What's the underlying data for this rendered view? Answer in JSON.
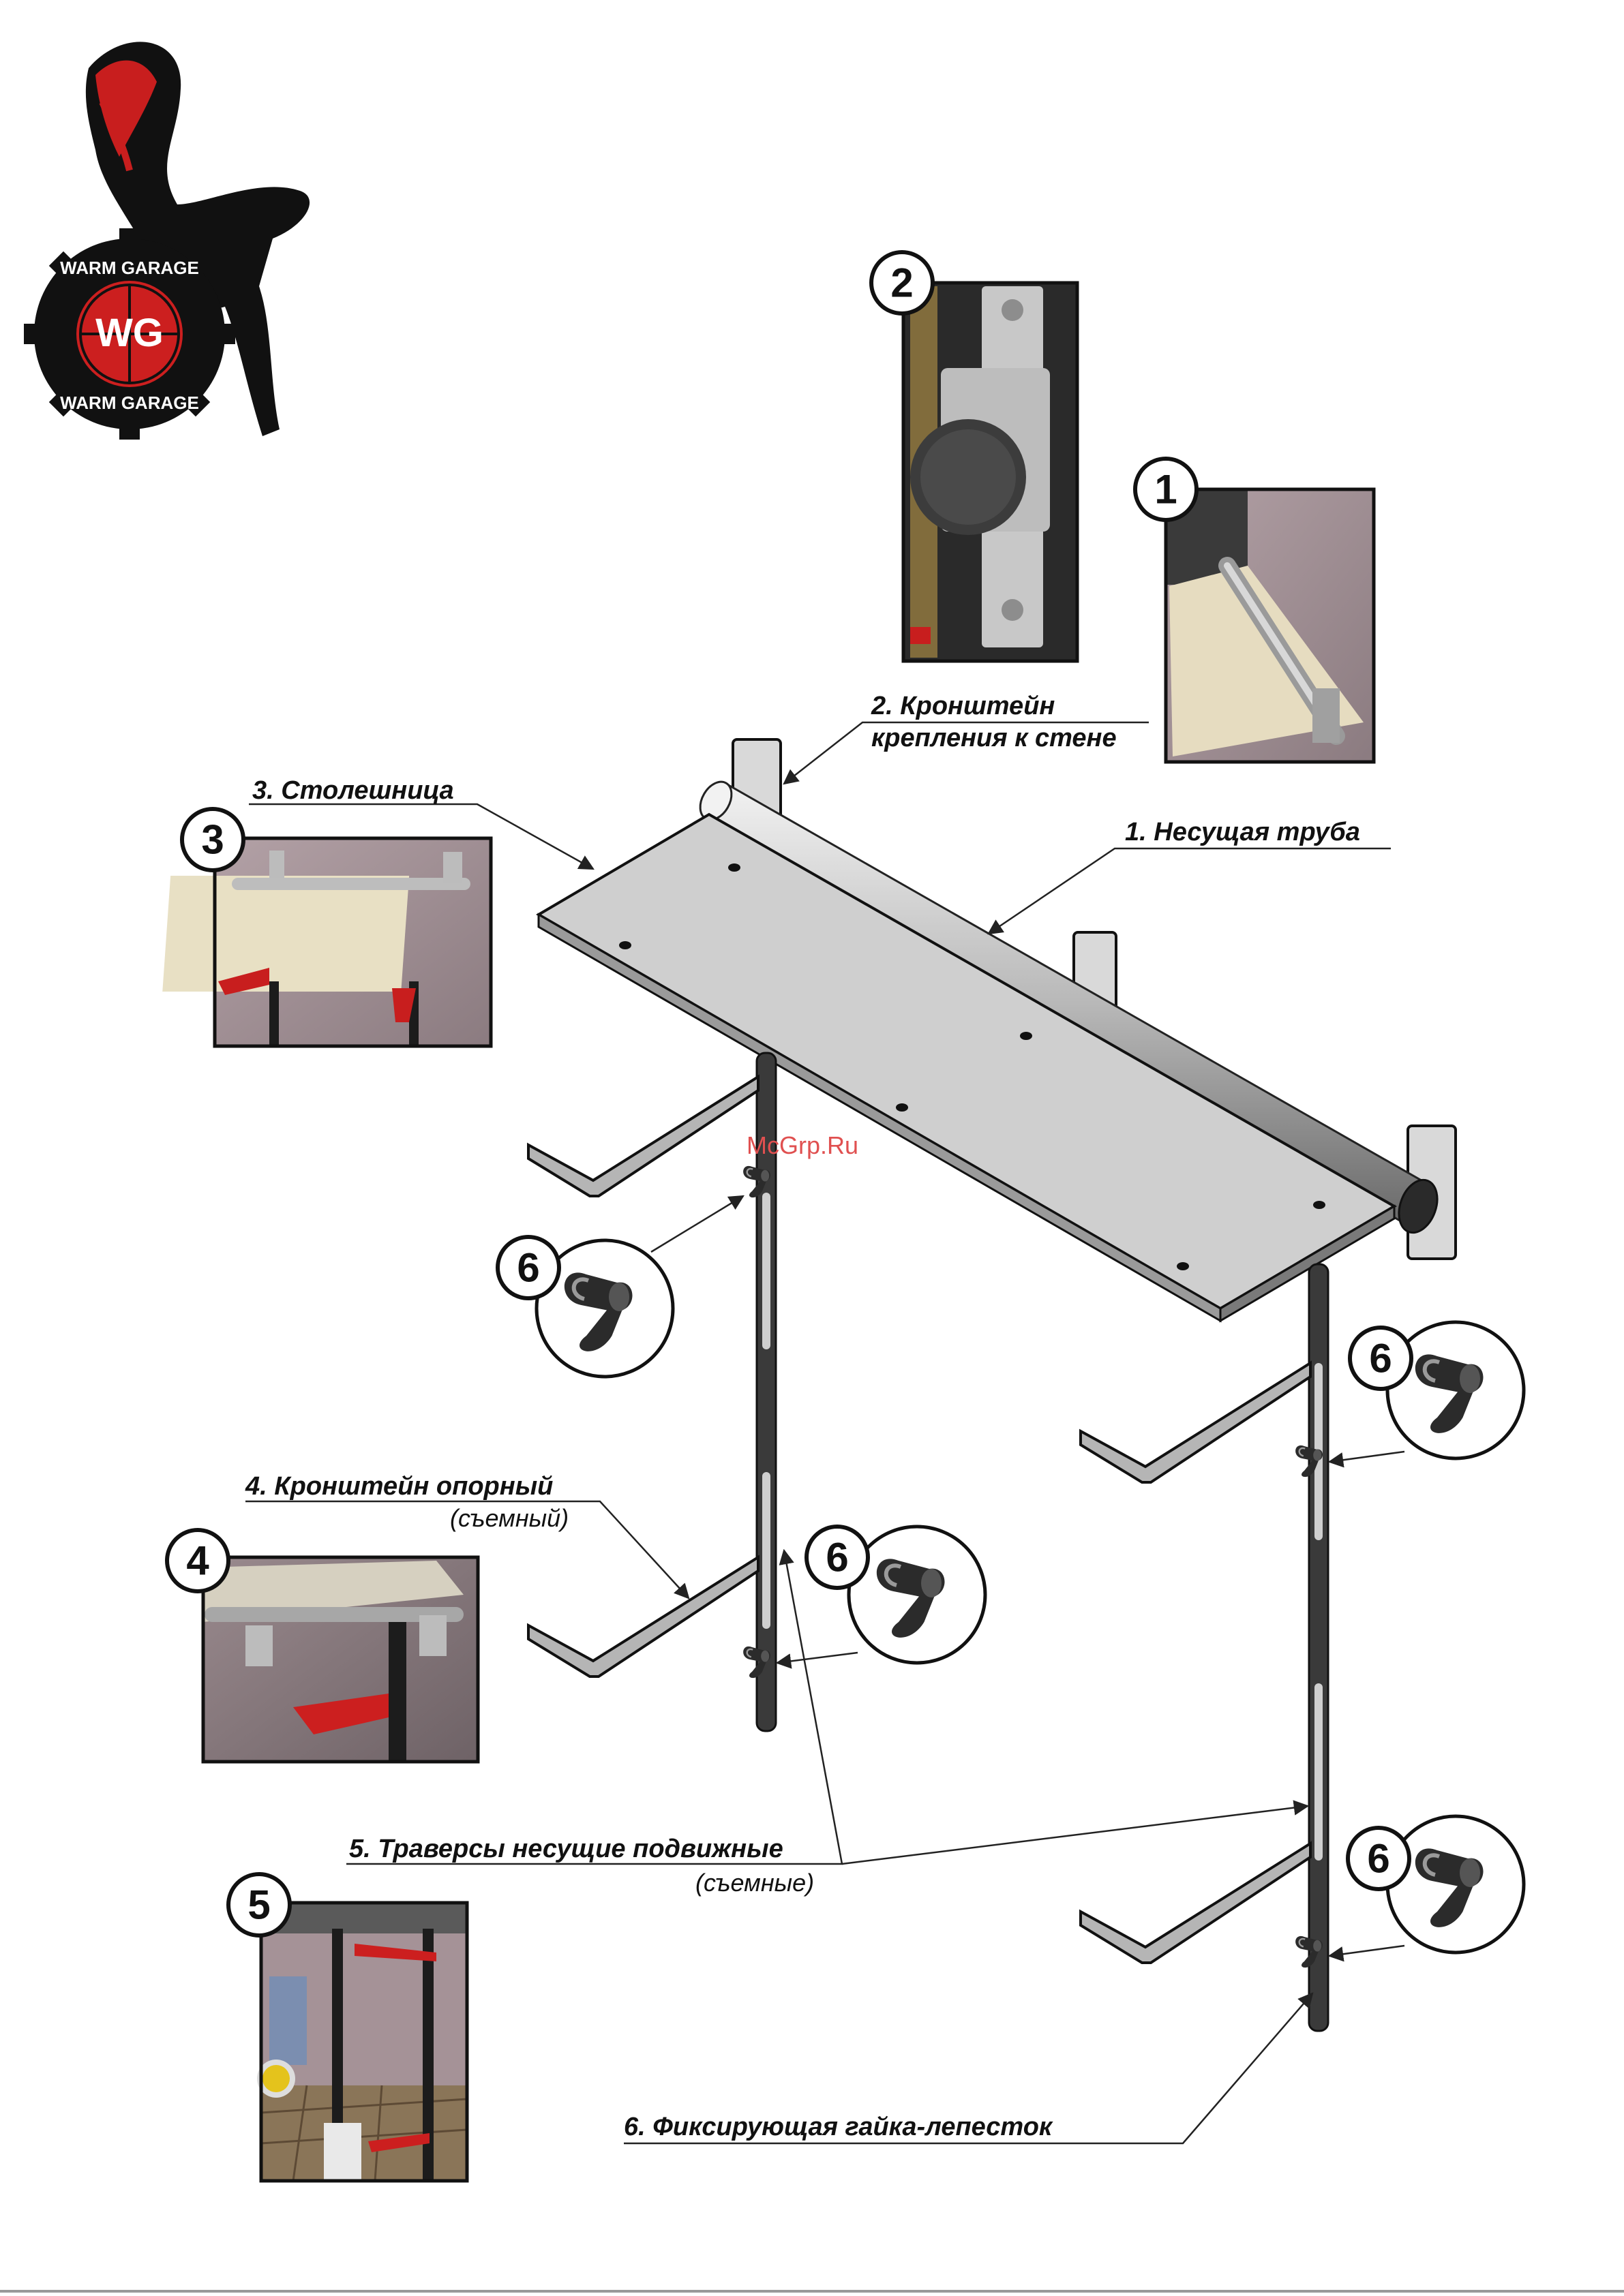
{
  "logo": {
    "initials": "WG",
    "ring_top": "WARM GARAGE",
    "ring_bottom": "WARM GARAGE"
  },
  "watermark": "McGrp.Ru",
  "labels": {
    "p1": "1. Несущая труба",
    "p2_line1": "2. Кронштейн",
    "p2_line2": "крепления к стене",
    "p3": "3. Столешница",
    "p4_line1": "4. Кронштейн опорный",
    "p4_line2": "(съемный)",
    "p5_line1": "5. Траверсы несущие подвижные",
    "p5_line2": "(съемные)",
    "p6": "6. Фиксирующая гайка-лепесток"
  },
  "badges": [
    "1",
    "2",
    "3",
    "4",
    "5",
    "6",
    "6",
    "6",
    "6"
  ],
  "colors": {
    "accent_red": "#cc1f1f",
    "steel": "#3a3a3a",
    "tabletop": "#d4d4d4"
  }
}
